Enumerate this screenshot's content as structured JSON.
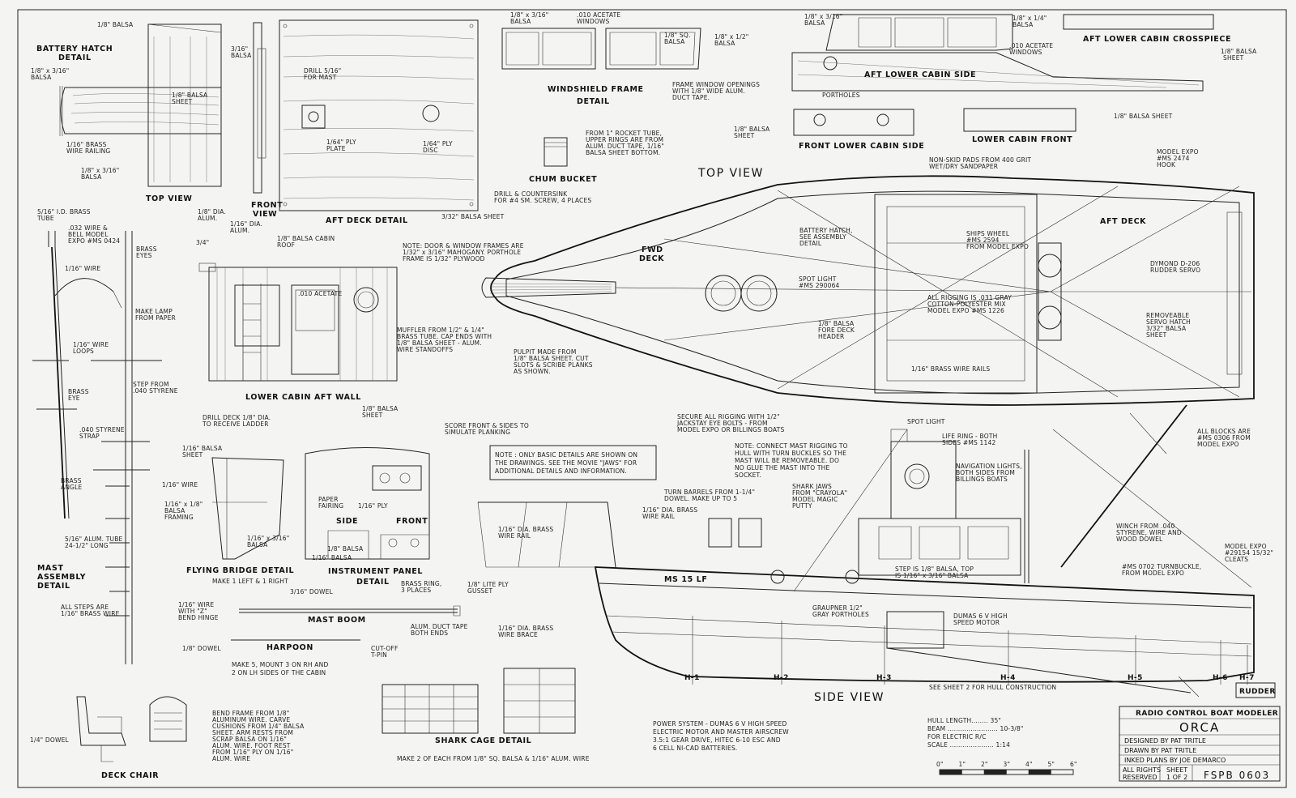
{
  "sheet": {
    "titles": {
      "battery_hatch": [
        "BATTERY HATCH",
        "DETAIL"
      ],
      "top_view_small": "TOP VIEW",
      "front_view": [
        "FRONT",
        "VIEW"
      ],
      "aft_deck_detail": "AFT DECK DETAIL",
      "windshield_frame": [
        "WINDSHIELD FRAME",
        "DETAIL"
      ],
      "chum_bucket": "CHUM BUCKET",
      "aft_lower_cabin_side": "AFT LOWER CABIN SIDE",
      "aft_lower_cabin_crosspiece": "AFT LOWER CABIN CROSSPIECE",
      "front_lower_cabin_side": "FRONT LOWER CABIN SIDE",
      "lower_cabin_front": "LOWER CABIN FRONT",
      "top_view": "TOP VIEW",
      "fwd_deck": [
        "FWD",
        "DECK"
      ],
      "aft_deck": "AFT DECK",
      "lower_cabin_aft_wall": "LOWER CABIN AFT WALL",
      "mast_assembly": [
        "MAST",
        "ASSEMBLY",
        "DETAIL"
      ],
      "flying_bridge": "FLYING BRIDGE DETAIL",
      "flying_bridge_sub": "MAKE 1 LEFT & 1 RIGHT",
      "instrument_panel": [
        "INSTRUMENT PANEL",
        "DETAIL"
      ],
      "side": "SIDE",
      "front": "FRONT",
      "mast_boom": "MAST BOOM",
      "harpoon": "HARPOON",
      "shark_cage": "SHARK CAGE DETAIL",
      "deck_chair": "DECK CHAIR",
      "side_view": "SIDE VIEW",
      "rudder": "RUDDER",
      "ms15lf": "MS 15 LF"
    },
    "labels": {
      "l1": "1/8\" BALSA",
      "l2": "1/8\" x 3/16\"",
      "l3": "BALSA",
      "l4": "3/16\"",
      "l5": "1/8\" BALSA",
      "l6": "SHEET",
      "l7": "1/16\" BRASS",
      "l8": "WIRE RAILING",
      "l9": "1/8\" x 3/16\"",
      "l10": "DRILL 5/16\"",
      "l11": "FOR MAST",
      "l12": "1/64\" PLY",
      "l13": "PLATE",
      "l14": "1/64\" PLY",
      "l15": "DISC",
      "l16": "DRILL & COUNTERSINK",
      "l17": "FOR #4 SM. SCREW, 4 PLACES",
      "l18": "3/32\" BALSA SHEET",
      "l19": "1/8\" x 3/16\"",
      "l20": ".010 ACETATE",
      "l21": "WINDOWS",
      "l22": "1/8\" SQ.",
      "l23": "1/8\" x 1/2\"",
      "l24": "FRAME WINDOW OPENINGS",
      "l25": "WITH 1/8\" WIDE ALUM.",
      "l26": "DUCT TAPE.",
      "l27": "FROM 1\" ROCKET TUBE,",
      "l28": "UPPER RINGS ARE FROM",
      "l29": "ALUM. DUCT TAPE, 1/16\"",
      "l30": "BALSA SHEET BOTTOM.",
      "l31": "1/8\" x 1/4\"",
      "l32": ".010 ACETATE",
      "l33": "PORTHOLES",
      "l34": "1/8\" BALSA SHEET",
      "l35": "NON-SKID PADS FROM 400 GRIT",
      "l36": "WET/DRY SANDPAPER",
      "l37": "MODEL EXPO",
      "l38": "#MS 2474",
      "l39": "HOOK",
      "l40": "BATTERY HATCH,",
      "l41": "SEE ASSEMBLY",
      "l42": "DETAIL",
      "l43": "SHIPS WHEEL",
      "l44": "#MS 2594",
      "l45": "FROM MODEL EXPO",
      "l46": "DYMOND D-206",
      "l47": "RUDDER SERVO",
      "l48": "SPOT LIGHT",
      "l49": "#MS 290064",
      "l50": "ALL RIGGING IS .031 GRAY",
      "l51": "COTTON-POLYESTER MIX",
      "l52": "MODEL EXPO #MS 1226",
      "l53": "REMOVEABLE",
      "l54": "SERVO HATCH",
      "l55": "3/32\" BALSA",
      "l56": "1/8\" BALSA",
      "l57": "FORE DECK",
      "l58": "HEADER",
      "l59": "1/16\" BRASS WIRE RAILS",
      "l60": "PULPIT MADE FROM",
      "l61": "1/8\" BALSA SHEET. CUT",
      "l62": "SLOTS & SCRIBE PLANKS",
      "l63": "AS SHOWN.",
      "l64": "NOTE: DOOR & WINDOW FRAMES ARE",
      "l65": "1/32\" x 3/16\" MAHOGANY. PORTHOLE",
      "l66": "FRAME IS 1/32\" PLYWOOD",
      "l67": "MUFFLER FROM 1/2\" & 1/4\"",
      "l68": "BRASS TUBE. CAP ENDS WITH",
      "l69": "1/8\" BALSA SHEET - ALUM.",
      "l70": "WIRE STANDOFFS",
      "l71": "5/16\" I.D. BRASS",
      "l72": "TUBE",
      "l73": ".032 WIRE &",
      "l74": "BELL MODEL",
      "l75": "EXPO #MS 0424",
      "l76": "1/8\" DIA.",
      "l77": "ALUM.",
      "l78": "1/16\" DIA.",
      "l79": "1/8\" BALSA CABIN",
      "l80": "ROOF",
      "l81": "BRASS",
      "l82": "EYES",
      "l83": "1/16\" WIRE",
      "l84": "MAKE LAMP",
      "l85": "FROM PAPER",
      "l86": "1/16\" WIRE",
      "l87": "LOOPS",
      "l88": "STEP FROM",
      "l89": ".040 STYRENE",
      "l90": "BRASS",
      "l91": "EYE",
      "l92": ".040 STYRENE",
      "l93": "STRAP",
      "l94": "BRASS",
      "l95": "ANGLE",
      "l96": "1/16\" WIRE",
      "l97": "5/16\" ALUM. TUBE",
      "l98": "24-1/2\" LONG",
      "l99": "ALL STEPS ARE",
      "l100": "1/16\" BRASS WIRE",
      "l101": "DRILL DECK 1/8\" DIA.",
      "l102": "TO RECEIVE LADDER",
      "l103": "1/8\" BALSA",
      "l104": "SHEET",
      "l105": "SCORE FRONT & SIDES TO",
      "l106": "SIMULATE PLANKING",
      "l107": "1/16\" BALSA",
      "l108": "SHEET",
      "l109": "1/16\" x 1/8\"",
      "l110": "BALSA",
      "l111": "FRAMING",
      "l112": "1/16\" x 3/16\"",
      "l113": "BALSA",
      "l114": "PAPER",
      "l115": "FAIRING",
      "l116": "1/16\" PLY",
      "l117": "1/8\" BALSA",
      "l118": "1/16\" BALSA",
      "l119": "SECURE ALL RIGGING WITH 1/2\"",
      "l120": "JACKSTAY EYE BOLTS - FROM",
      "l121": "MODEL EXPO OR BILLINGS BOATS",
      "l122": "SPOT LIGHT",
      "l123": "LIFE RING - BOTH",
      "l124": "SIDES #MS 1142",
      "l125": "NAVIGATION LIGHTS,",
      "l126": "BOTH SIDES FROM",
      "l127": "BILLINGS BOATS",
      "l128": "ALL BLOCKS ARE",
      "l129": "#MS 0306 FROM",
      "l130": "MODEL EXPO",
      "l131": "NOTE: CONNECT MAST RIGGING TO",
      "l132": "HULL WITH TURN BUCKLES SO THE",
      "l133": "MAST WILL BE REMOVEABLE. DO",
      "l134": "NO GLUE THE MAST INTO THE",
      "l135": "SOCKET.",
      "l136": "NOTE : ONLY BASIC DETAILS ARE SHOWN ON",
      "l137": "THE DRAWINGS. SEE THE MOVIE \"JAWS\" FOR",
      "l138": "ADDITIONAL DETAILS AND INFORMATION.",
      "l139": "SHARK JAWS",
      "l140": "FROM \"CRAYOLA\"",
      "l141": "MODEL MAGIC",
      "l142": "PUTTY",
      "l143": "TURN BARRELS FROM 1-1/4\"",
      "l144": "DOWEL. MAKE UP TO 5",
      "l145": "1/16\" DIA. BRASS",
      "l146": "WIRE RAIL",
      "l147": "1/16\" DIA. BRASS",
      "l148": "WIRE RAIL",
      "l149": "1/8\" LITE PLY",
      "l150": "GUSSET",
      "l151": "1/16\" DIA. BRASS",
      "l152": "WIRE BRACE",
      "l153": "WINCH FROM .040",
      "l154": "STYRENE, WIRE AND",
      "l155": "WOOD DOWEL",
      "l156": "MODEL EXPO",
      "l157": "#29154 15/32\"",
      "l158": "CLEATS",
      "l159": "#MS 0702 TURNBUCKLE,",
      "l160": "FROM MODEL EXPO",
      "l161": "STEP IS 1/8\" BALSA, TOP",
      "l162": "IS 1/16\" x 3/16\" BALSA",
      "l163": "GRAUPNER 1/2\"",
      "l164": "GRAY PORTHOLES",
      "l165": "DUMAS 6 V HIGH",
      "l166": "SPEED MOTOR",
      "l167": "1/16\" WIRE",
      "l168": "WITH \"Z\"",
      "l169": "BEND HINGE",
      "l170": "3/16\" DOWEL",
      "l171": "BRASS RING,",
      "l172": "3 PLACES",
      "l173": "ALUM. DUCT TAPE",
      "l174": "BOTH ENDS",
      "l175": "1/8\" DOWEL",
      "l176": "CUT-OFF",
      "l177": "T-PIN",
      "l178": "MAKE 5, MOUNT 3 ON RH AND",
      "l179": "2 ON LH SIDES OF THE CABIN",
      "l180": "BEND FRAME FROM 1/8\"",
      "l181": "ALUMINUM WIRE. CARVE",
      "l182": "CUSHIONS FROM 1/4\" BALSA",
      "l183": "SHEET. ARM RESTS FROM",
      "l184": "SCRAP BALSA ON 1/16\"",
      "l185": "ALUM. WIRE. FOOT REST",
      "l186": "FROM 1/16\" PLY ON 1/16\"",
      "l187": "ALUM. WIRE",
      "l188": "1/4\" DOWEL",
      "l189": "MAKE 2 OF EACH FROM 1/8\" SQ. BALSA & 1/16\" ALUM. WIRE",
      "l190": "POWER SYSTEM - DUMAS 6 V HIGH SPEED",
      "l191": "ELECTRIC MOTOR AND MASTER AIRSCREW",
      "l192": "3.5:1 GEAR DRIVE, HITEC 6-10 ESC AND",
      "l193": "6 CELL NI-CAD BATTERIES.",
      "l194": "SEE SHEET 2 FOR HULL CONSTRUCTION",
      "l195": "1/8\" x 3/16\"",
      "l196": "1/8\" BALSA",
      "l197": "SHEET",
      "l198": "3/4\""
    },
    "stations": [
      "H-1",
      "H-2",
      "H-3",
      "H-4",
      "H-5",
      "H-6",
      "H-7"
    ],
    "specs": {
      "hull_length": "HULL LENGTH........ 35\"",
      "beam": "BEAM ........................ 10-3/8\"",
      "for_electric": "FOR ELECTRIC R/C",
      "scale": "SCALE ..................... 1:14"
    },
    "scale_bar": [
      "0\"",
      "1\"",
      "2\"",
      "3\"",
      "4\"",
      "5\"",
      "6\""
    ],
    "title_block": {
      "publisher": "RADIO CONTROL BOAT MODELER",
      "name": "ORCA",
      "designed": "DESIGNED BY PAT TRITLE",
      "drawn": "DRAWN BY PAT TRITLE",
      "inked": "INKED PLANS BY JOE DEMARCO",
      "rights1": "ALL RIGHTS",
      "rights2": "RESERVED",
      "sheet1": "SHEET",
      "sheet2": "1 OF 2",
      "plan_no": "FSPB 0603"
    }
  }
}
